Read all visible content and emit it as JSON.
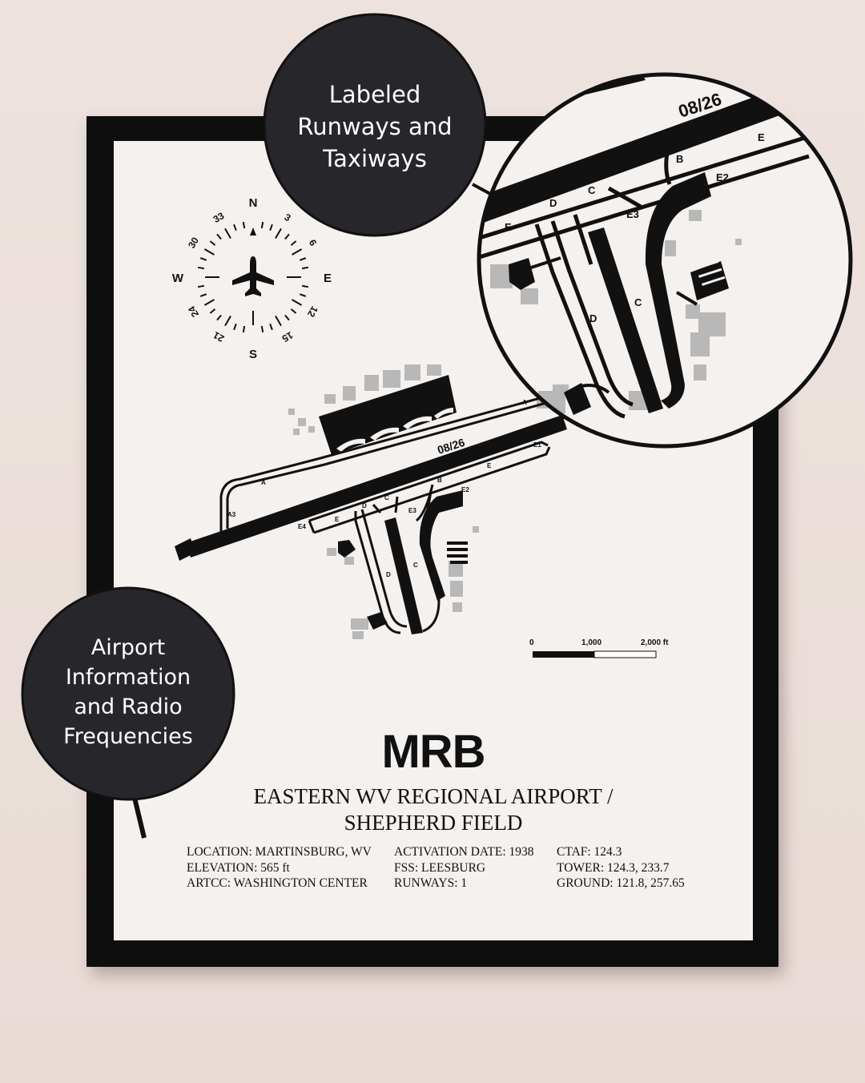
{
  "callouts": {
    "top": [
      "Labeled",
      "Runways and",
      "Taxiways"
    ],
    "left": [
      "Airport",
      "Information",
      "and Radio",
      "Frequencies"
    ]
  },
  "compass": {
    "north": "N",
    "east": "E",
    "south": "S",
    "west": "W",
    "d3": "3",
    "d6": "6",
    "d12": "12",
    "d15": "15",
    "d21": "21",
    "d24": "24",
    "d30": "30",
    "d33": "33"
  },
  "map": {
    "runway": "08/26",
    "taxiways": {
      "a": "A",
      "a3": "A3",
      "b": "B",
      "c": "C",
      "d": "D",
      "e": "E",
      "e1": "E1",
      "e2": "E2",
      "e3": "E3",
      "e4": "E4"
    }
  },
  "scale": {
    "s0": "0",
    "s1": "1,000",
    "s2": "2,000 ft"
  },
  "poster": {
    "code": "MRB",
    "name_line1": "EASTERN WV REGIONAL AIRPORT /",
    "name_line2": "SHEPHERD FIELD",
    "col1": [
      "LOCATION: MARTINSBURG, WV",
      "ELEVATION: 565 ft",
      "ARTCC: WASHINGTON CENTER"
    ],
    "col2": [
      "ACTIVATION DATE: 1938",
      "FSS: LEESBURG",
      "RUNWAYS: 1"
    ],
    "col3": [
      "CTAF: 124.3",
      "TOWER: 124.3, 233.7",
      "GROUND: 121.8, 257.65"
    ]
  },
  "colors": {
    "bubble": "#26262b",
    "frame": "#0e0e0e",
    "paper": "#f4f1ee",
    "buildings": "#b8b8b8"
  }
}
